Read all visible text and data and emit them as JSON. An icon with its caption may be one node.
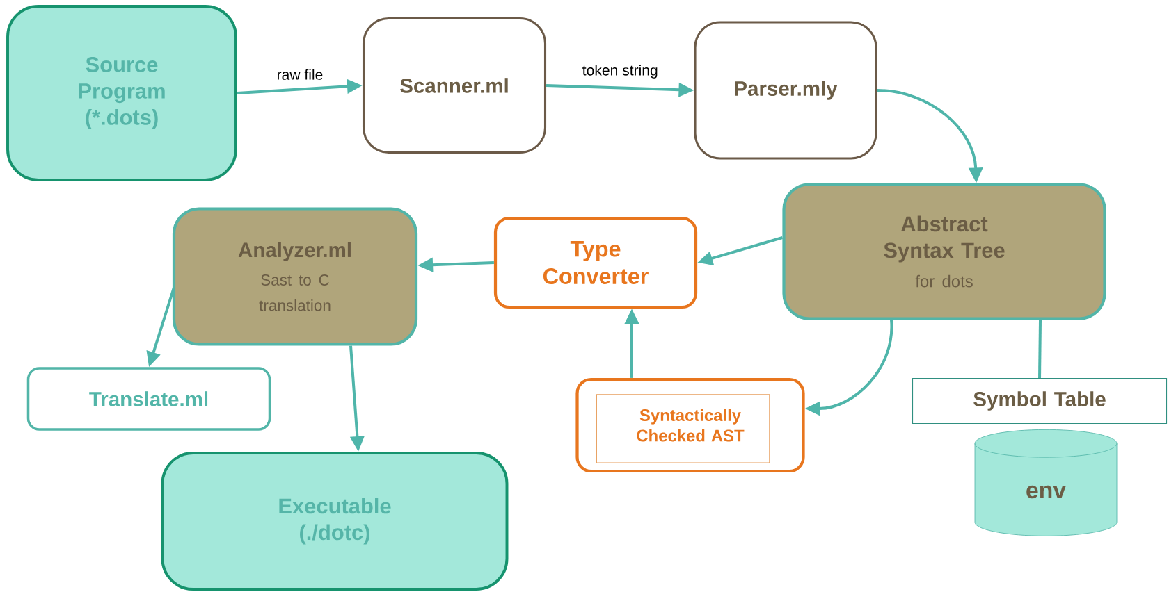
{
  "diagram": {
    "nodes": [
      {
        "text": [
          "Source Program (*.dots)"
        ]
      },
      {
        "text": [
          "Scanner.ml"
        ]
      },
      {
        "text": [
          "Parser.mly"
        ]
      },
      {
        "text": [
          "Abstract Syntax Tree",
          "for dots"
        ]
      },
      {
        "text": [
          "Type Converter"
        ]
      },
      {
        "text": [
          "Analyzer.ml",
          "Sast to C translation"
        ]
      },
      {
        "text": [
          "Translate.ml"
        ]
      },
      {
        "text": [
          "Syntactically Checked AST"
        ]
      },
      {
        "text": [
          "Executable (./dotc)"
        ]
      },
      {
        "text": [
          "Symbol Table"
        ]
      },
      {
        "text": [
          "env"
        ]
      }
    ],
    "edges": [
      {
        "from": 0,
        "to": 1,
        "arrow": "to",
        "label": "raw file"
      },
      {
        "from": 1,
        "to": 2,
        "arrow": "to",
        "label": "token string"
      },
      {
        "from": 2,
        "to": 3,
        "arrow": "to"
      },
      {
        "from": 3,
        "to": 4,
        "arrow": "to"
      },
      {
        "from": 4,
        "to": 5,
        "arrow": "to"
      },
      {
        "from": 5,
        "to": 6,
        "arrow": "to"
      },
      {
        "from": 5,
        "to": 8,
        "arrow": "to"
      },
      {
        "from": 3,
        "to": 7,
        "arrow": "to"
      },
      {
        "from": 7,
        "to": 4,
        "arrow": "to"
      },
      {
        "from": 3,
        "to": 9,
        "arrow": "none"
      }
    ]
  }
}
